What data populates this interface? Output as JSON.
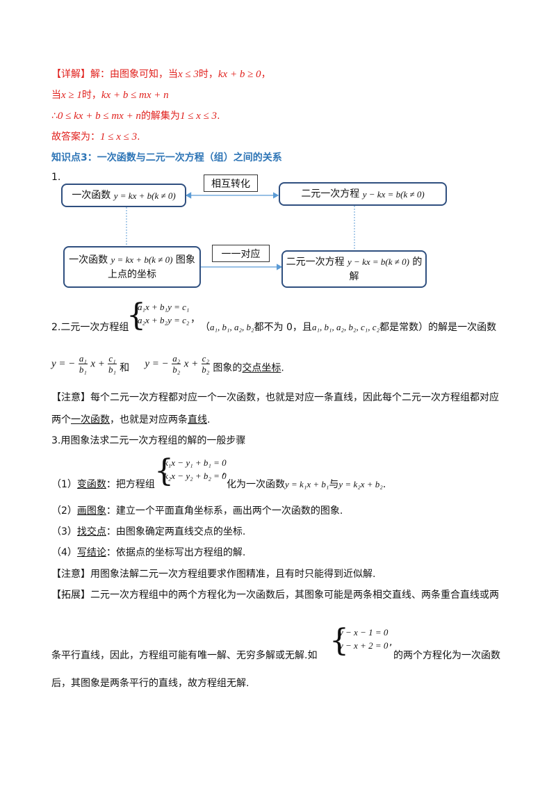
{
  "detail": {
    "tag": "【详解】",
    "t1": "解：由图象可知，当",
    "m1": "x ≤ 3",
    "t2": "时，",
    "m2": "kx + b ≥ 0",
    "t3": "，",
    "line2_t1": "当",
    "line2_m1": "x ≥ 1",
    "line2_t2": "时，",
    "line2_m2": "kx + b ≤ mx + n",
    "line3_t0": "∴",
    "line3_m1": "0 ≤ kx + b ≤ mx + n",
    "line3_t1": "的解集为",
    "line3_m2": "1 ≤ x ≤ 3",
    "line3_t2": ".",
    "line4_t1": "故答案为：",
    "line4_m1": "1 ≤ x ≤ 3",
    "line4_t2": "."
  },
  "knowledge_title": "知识点3：一次函数与二元一次方程（组）之间的关系",
  "diagram": {
    "index": "1.",
    "box1_text": "一次函数",
    "box1_math": "y = kx + b(k ≠ 0)",
    "box2_text": "二元一次方程",
    "box2_math": "y − kx = b(k ≠ 0)",
    "box3_text": "一次函数",
    "box3_math": "y = kx + b(k ≠ 0)",
    "box3_text2": "图象",
    "box3_text3": "上点的坐标",
    "box4_text": "二元一次方程",
    "box4_math": "y − kx = b(k ≠ 0)",
    "box4_text2": "的",
    "box4_text3": "解",
    "label1": "相互转化",
    "label2": "一一对应"
  },
  "section2": {
    "prefix": "2.二元一次方程组",
    "eq1": "a₁x + b₁y = c₁",
    "eq2": "a₂x + b₂y = c₂",
    "comma": "，",
    "t1": "（",
    "m1": "a₁, b₁, a₂, b₂",
    "t2": "都不为 0，且",
    "m2": "a₁, b₁, a₂, b₂",
    "m3": ", c₁, c₂",
    "t3": "都是常数）的解是一次函数",
    "f1_pre": "y = −",
    "f1_a_num": "a₁",
    "f1_a_den": "b₁",
    "f1_mid": "x +",
    "f1_c_num": "c₁",
    "f1_c_den": "b₁",
    "and": "和",
    "f2_pre": "y = −",
    "f2_a_num": "a₂",
    "f2_a_den": "b₂",
    "f2_mid": "x +",
    "f2_c_num": "c₂",
    "f2_c_den": "b₂",
    "t4": "图象的",
    "t5": "交点坐标",
    "t6": "."
  },
  "note1": {
    "tag": "【注意】",
    "l1": "每个二元一次方程都对应一个一次函数，也就是对应一条直线，因此每个二元一次方程组都对应",
    "l2a": "两个",
    "l2b": "一次函数",
    "l2c": "，也就是对应两条",
    "l2d": "直线",
    "l2e": "."
  },
  "section3": {
    "title": "3.用图象法求二元一次方程组的解的一般步骤",
    "s1_num": "（1）",
    "s1_key": "变函数",
    "s1_t1": "：把方程组",
    "s1_eq1": "k₁x − y₁ + b₁ = 0",
    "s1_eq2": "k₂x − y₂ + b₂ = 0",
    "s1_comma": ",",
    "s1_t2": "化为一次函数",
    "s1_m1": "y = k₁x + b₁",
    "s1_t3": "与",
    "s1_m2": "y = k₂x + b₂",
    "s1_t4": ".",
    "s2_num": "（2）",
    "s2_key": "画图象",
    "s2_t": "：建立一个平面直角坐标系，画出两个一次函数的图象.",
    "s3_num": "（3）",
    "s3_key": "找交点",
    "s3_t": "：由图象确定两直线交点的坐标.",
    "s4_num": "（4）",
    "s4_key": "写结论",
    "s4_t": "：依据点的坐标写出方程组的解."
  },
  "note2": {
    "tag": "【注意】",
    "t": "用图象法解二元一次方程组要求作图精准，且有时只能得到近似解."
  },
  "expand": {
    "tag": "【拓展】",
    "l1": "二元一次方程组中的两个方程化为一次函数后，其图象可能是两条相交直线、两条重合直线或两",
    "l2a": "条平行直线，因此，方程组可能有唯一解、无穷多解或无解.如",
    "eq1": "y − x − 1 = 0",
    "eq2": "y − x + 2 = 0",
    "comma": ",",
    "l2b": "的两个方程化为一次函数",
    "l3": "后，其图象是两条平行的直线，故方程组无解."
  }
}
